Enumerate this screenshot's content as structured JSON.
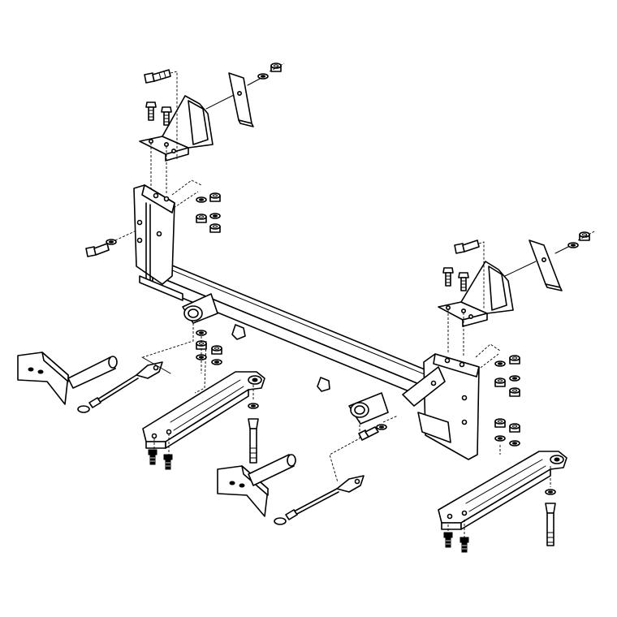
{
  "diagram": {
    "colors": {
      "line": "#000000",
      "background": "#ffffff"
    },
    "components": [
      {
        "name": "main-crossbar"
      },
      {
        "name": "left-upper-mount-bracket"
      },
      {
        "name": "right-upper-mount-bracket"
      },
      {
        "name": "left-side-bracket"
      },
      {
        "name": "right-side-bracket"
      },
      {
        "name": "left-backing-plate"
      },
      {
        "name": "right-backing-plate"
      },
      {
        "name": "left-lower-arm"
      },
      {
        "name": "right-lower-arm"
      },
      {
        "name": "left-tow-tab"
      },
      {
        "name": "right-tow-tab"
      },
      {
        "name": "left-safety-cable"
      },
      {
        "name": "right-safety-cable"
      },
      {
        "name": "hardware"
      }
    ]
  }
}
